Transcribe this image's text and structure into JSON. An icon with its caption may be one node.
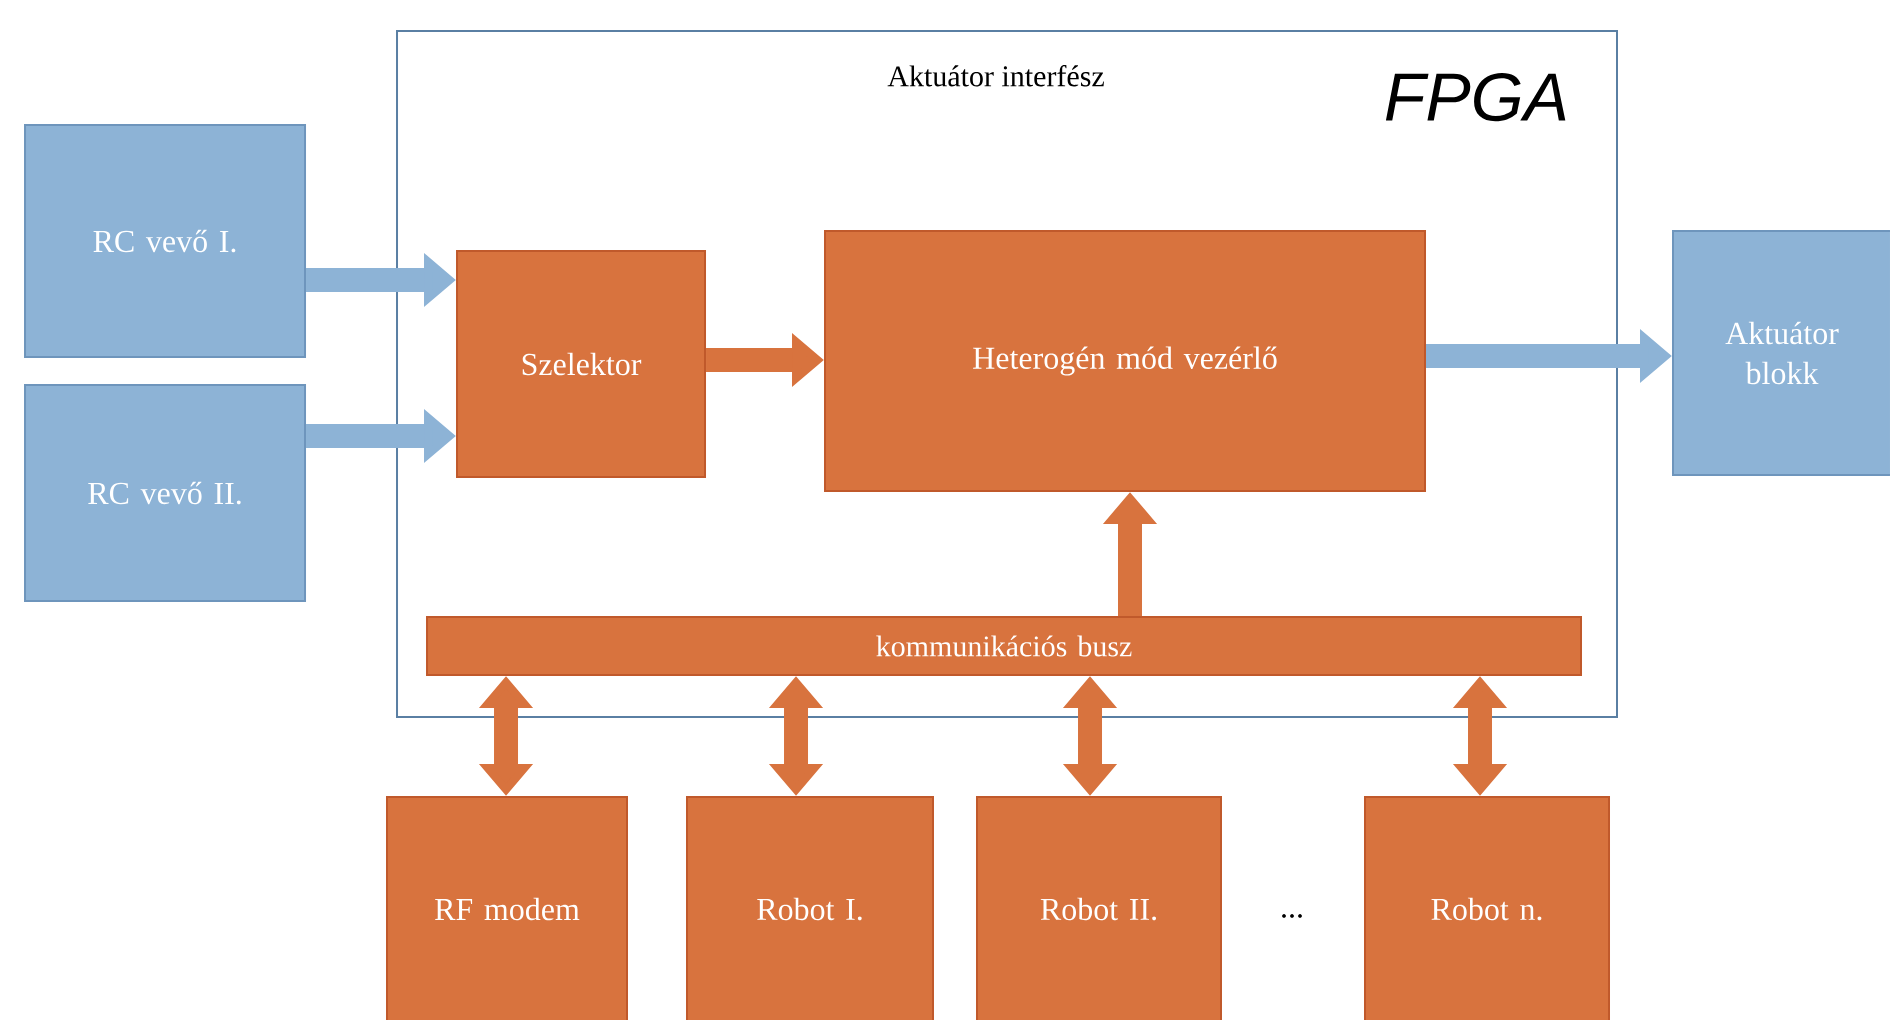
{
  "diagram": {
    "nodes": [
      {
        "text": [
          "Aktuátor interfész",
          "FPGA"
        ]
      },
      {
        "text": [
          "RC vevő I."
        ]
      },
      {
        "text": [
          "RC vevő II."
        ]
      },
      {
        "text": [
          "Szelektor"
        ],
        "in": 0
      },
      {
        "text": [
          "Heterogén mód vezérlő"
        ],
        "in": 0
      },
      {
        "text": [
          "Aktuátor blokk"
        ]
      },
      {
        "text": [
          "kommunikációs busz"
        ],
        "in": 0
      },
      {
        "text": [
          "RF modem"
        ]
      },
      {
        "text": [
          "Robot I."
        ]
      },
      {
        "text": [
          "Robot II."
        ]
      },
      {
        "text": [
          "Robot n."
        ]
      }
    ],
    "edges": [
      {
        "from": 1,
        "to": 3,
        "arrow": "to",
        "color": "#8db3d6"
      },
      {
        "from": 2,
        "to": 3,
        "arrow": "to",
        "color": "#8db3d6"
      },
      {
        "from": 3,
        "to": 4,
        "arrow": "to"
      },
      {
        "from": 4,
        "to": 5,
        "arrow": "to",
        "color": "#8db3d6"
      },
      {
        "from": 6,
        "to": 4,
        "arrow": "to"
      },
      {
        "from": 6,
        "to": 7,
        "arrow": "both"
      },
      {
        "from": 6,
        "to": 8,
        "arrow": "both"
      },
      {
        "from": 6,
        "to": 9,
        "arrow": "both"
      },
      {
        "from": 6,
        "to": 10,
        "arrow": "both"
      }
    ],
    "labels": [
      "..."
    ]
  }
}
